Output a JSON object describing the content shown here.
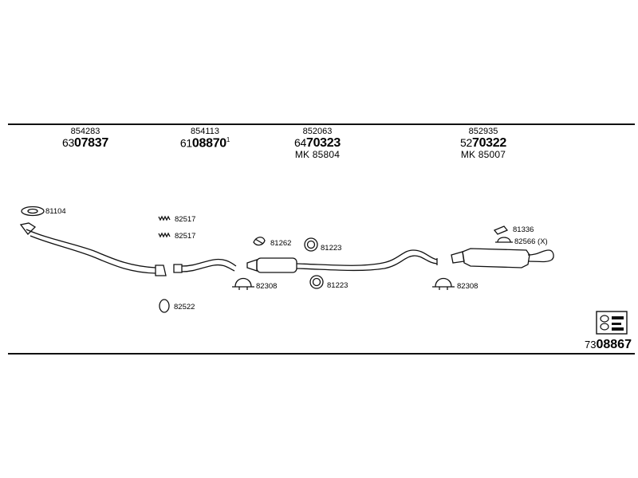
{
  "columns": [
    {
      "ref": "854283",
      "prefix": "63",
      "code": "07837",
      "sup": "",
      "mk": ""
    },
    {
      "ref": "854113",
      "prefix": "61",
      "code": "08870",
      "sup": "1",
      "mk": ""
    },
    {
      "ref": "852063",
      "prefix": "64",
      "code": "70323",
      "sup": "",
      "mk": "MK  85804"
    },
    {
      "ref": "852935",
      "prefix": "52",
      "code": "70322",
      "sup": "",
      "mk": "MK  85007"
    }
  ],
  "labels": {
    "l81104": "81104",
    "l82517a": "82517",
    "l82517b": "82517",
    "l82522": "82522",
    "l81262": "81262",
    "l81223a": "81223",
    "l82308a": "82308",
    "l81223b": "81223",
    "l82308b": "82308",
    "l81336": "81336",
    "l82566": "82566 (X)"
  },
  "footer": {
    "prefix": "73",
    "code": "08867"
  }
}
